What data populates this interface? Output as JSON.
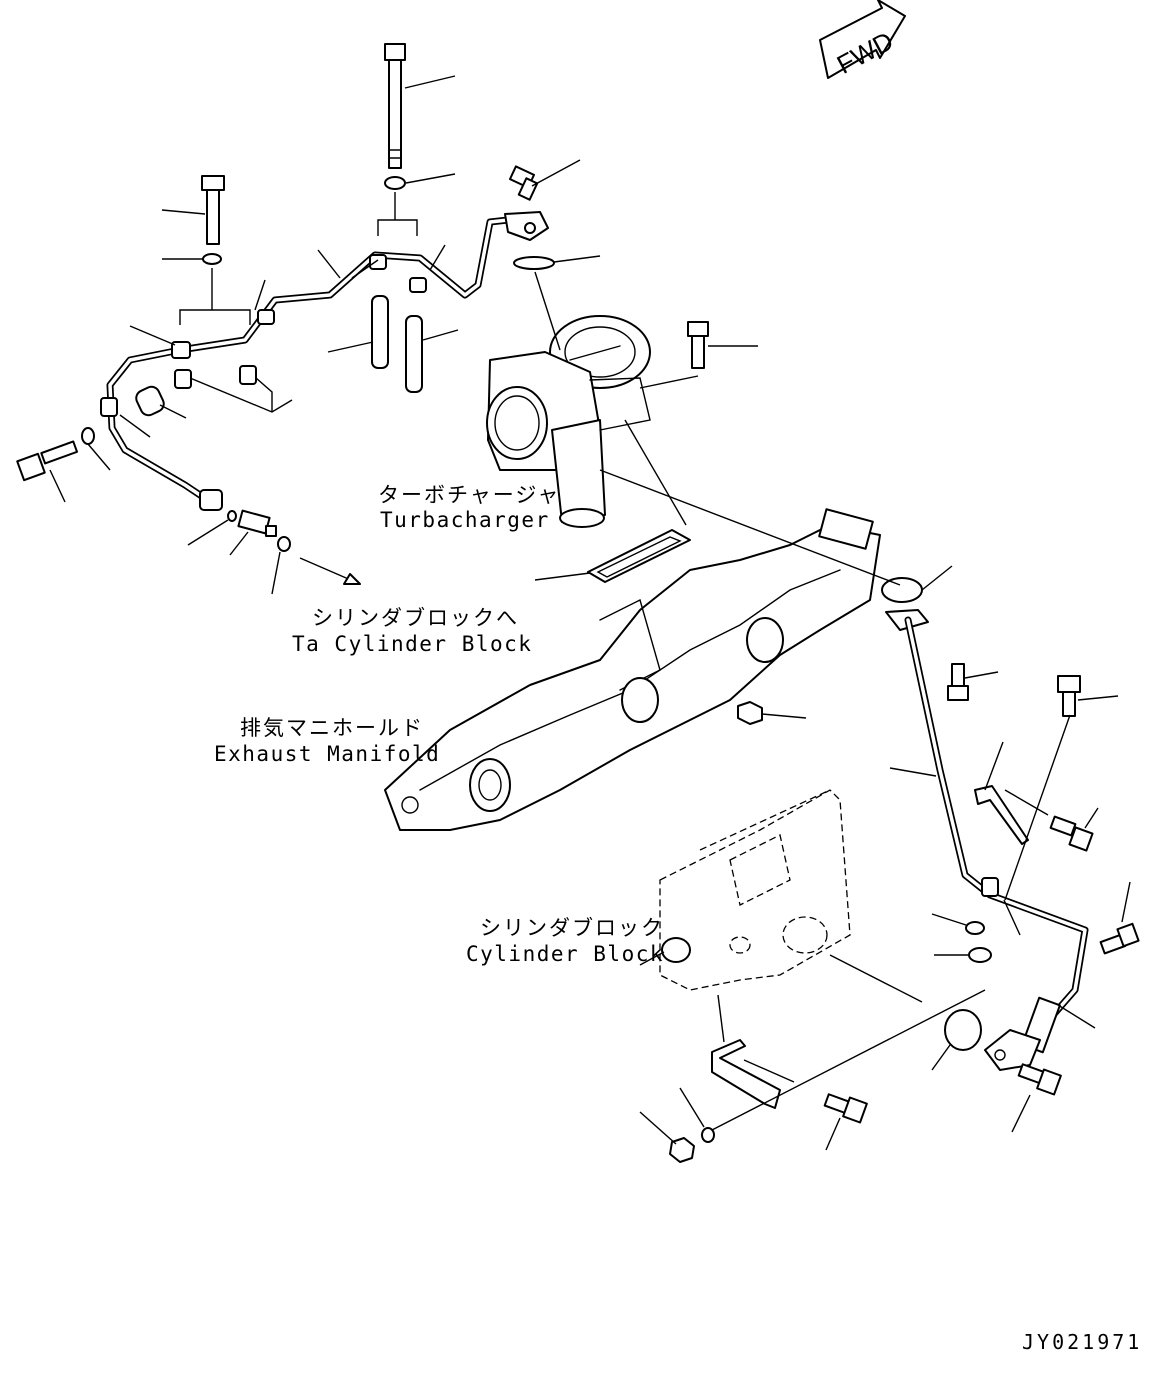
{
  "labels": {
    "fwd": "FWD",
    "turbocharger_jp": "ターボチャージャ",
    "turbocharger_en": "Turbacharger",
    "to_cylinder_block_jp": "シリンダブロックへ",
    "to_cylinder_block_en": "Ta Cylinder Block",
    "exhaust_manifold_jp": "排気マニホールド",
    "exhaust_manifold_en": "Exhaust Manifold",
    "cylinder_block_jp": "シリンダブロック",
    "cylinder_block_en": "Cylinder Block"
  },
  "drawing_code": "JY021971"
}
